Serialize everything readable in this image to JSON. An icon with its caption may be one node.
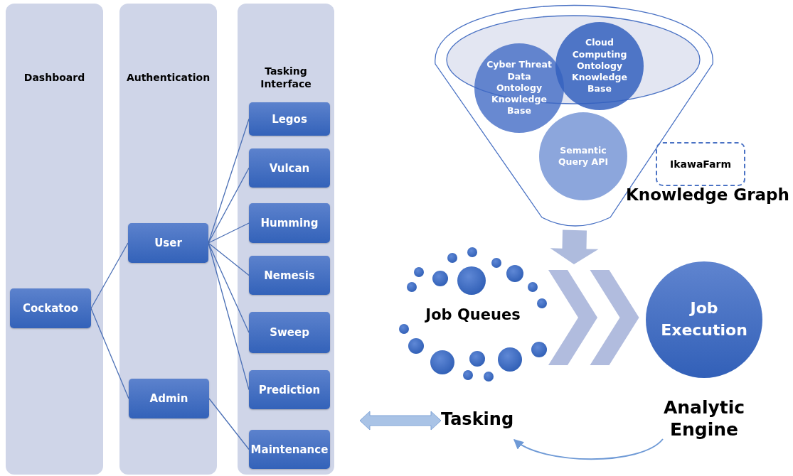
{
  "diagram": {
    "nodes": [
      {
        "text": [
          "Dashboard"
        ]
      },
      {
        "text": [
          "Authentication"
        ]
      },
      {
        "text": [
          "Tasking Interface"
        ]
      },
      {
        "text": [
          "Cockatoo"
        ],
        "in": 0
      },
      {
        "text": [
          "User"
        ],
        "in": 1
      },
      {
        "text": [
          "Admin"
        ],
        "in": 1
      },
      {
        "text": [
          "Legos"
        ],
        "in": 2
      },
      {
        "text": [
          "Vulcan"
        ],
        "in": 2
      },
      {
        "text": [
          "Humming"
        ],
        "in": 2
      },
      {
        "text": [
          "Nemesis"
        ],
        "in": 2
      },
      {
        "text": [
          "Sweep"
        ],
        "in": 2
      },
      {
        "text": [
          "Prediction"
        ],
        "in": 2
      },
      {
        "text": [
          "Maintenance"
        ],
        "in": 2
      },
      {
        "text": [],
        "shape": "funnel"
      },
      {
        "text": [
          "Cyber Threat Data Ontology Knowledge Base"
        ],
        "in": 13
      },
      {
        "text": [
          "Cloud Computing Ontology Knowledge Base"
        ],
        "in": 13
      },
      {
        "text": [
          "Semantic Query API"
        ],
        "in": 13
      },
      {
        "text": [
          "IkawaFarm"
        ]
      },
      {
        "text": [
          "Job Queues"
        ]
      },
      {
        "text": [
          "Job Execution"
        ],
        "beside": [
          "Analytic Engine"
        ]
      },
      {
        "text": [
          "Tasking"
        ]
      }
    ],
    "edges": [
      {
        "from": 3,
        "to": 4,
        "arrow": "none"
      },
      {
        "from": 3,
        "to": 5,
        "arrow": "none"
      },
      {
        "from": 4,
        "to": 6,
        "arrow": "none"
      },
      {
        "from": 4,
        "to": 7,
        "arrow": "none"
      },
      {
        "from": 4,
        "to": 8,
        "arrow": "none"
      },
      {
        "from": 4,
        "to": 9,
        "arrow": "none"
      },
      {
        "from": 4,
        "to": 10,
        "arrow": "none"
      },
      {
        "from": 4,
        "to": 11,
        "arrow": "none"
      },
      {
        "from": 5,
        "to": 12,
        "arrow": "none"
      },
      {
        "from": 13,
        "to": null,
        "arrow": "to"
      },
      {
        "from": 18,
        "to": 19,
        "arrow": "to"
      },
      {
        "from": null,
        "to": 20,
        "arrow": "both"
      },
      {
        "from": 19,
        "to": 20,
        "arrow": "to"
      }
    ],
    "labels": [
      "Knowledge Graph"
    ]
  }
}
